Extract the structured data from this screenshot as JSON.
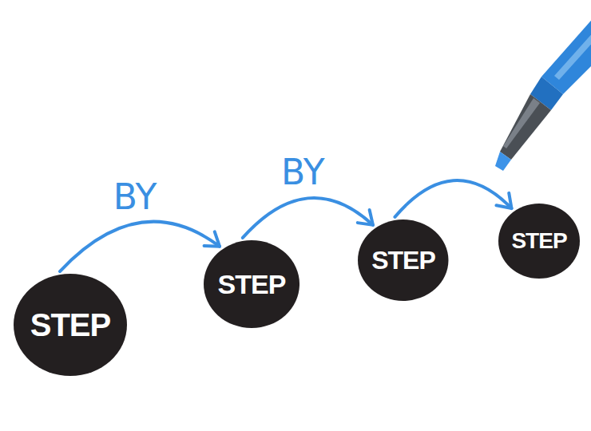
{
  "diagram": {
    "nodes": [
      {
        "text": [
          "STEP"
        ]
      },
      {
        "text": [
          "STEP"
        ]
      },
      {
        "text": [
          "STEP"
        ]
      },
      {
        "text": [
          "STEP"
        ]
      }
    ],
    "edges": [
      {
        "from": 0,
        "to": 1,
        "arrow": "to",
        "label": "BY"
      },
      {
        "from": 1,
        "to": 2,
        "arrow": "to",
        "label": "BY"
      },
      {
        "from": 2,
        "to": 3,
        "arrow": "to"
      }
    ]
  }
}
